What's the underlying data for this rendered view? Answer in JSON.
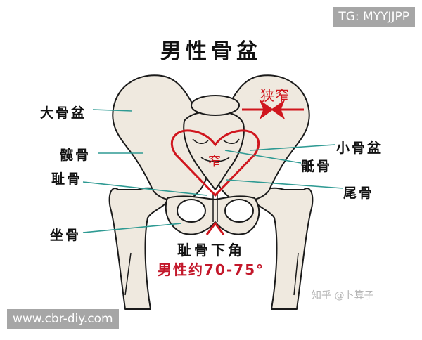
{
  "title": "男性骨盆",
  "watermarks": {
    "top_right": "TG: MYYJJPP",
    "bottom_left": "www.cbr-diy.com",
    "zhihu": "知乎 @卜算子"
  },
  "labels": {
    "greater_pelvis": "大骨盆",
    "ilium": "髋骨",
    "pubis": "耻骨",
    "ischium": "坐骨",
    "lesser_pelvis": "小骨盆",
    "sacrum": "骶骨",
    "coccyx": "尾骨"
  },
  "annotations": {
    "narrow": "狭窄",
    "narrow_center": "窄",
    "subpubic_angle": "耻骨下角",
    "subpubic_angle_value": "男性约70-75°"
  },
  "colors": {
    "bone_fill": "#efe9df",
    "outline": "#1a1a1a",
    "leader_line": "#2e9a93",
    "accent_red": "#d0161e",
    "watermark_bg": "#a6a6a6"
  }
}
